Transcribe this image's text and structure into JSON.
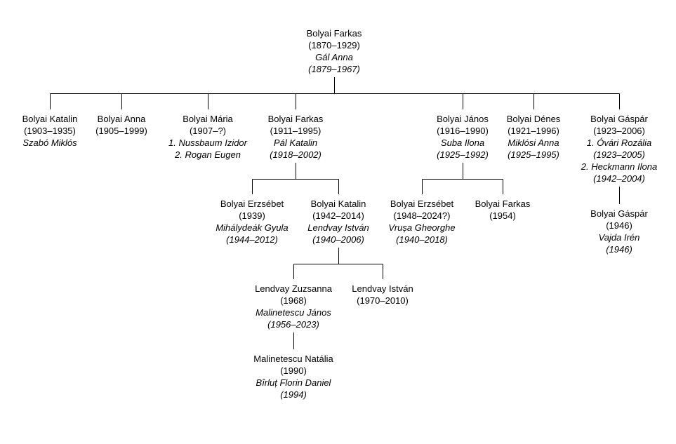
{
  "people": {
    "farkas_1870": {
      "lines": [
        {
          "text": "Bolyai Farkas"
        },
        {
          "text": "(1870–1929)"
        },
        {
          "text": "Gál Anna",
          "spouse": true
        },
        {
          "text": "(1879–1967)",
          "spouse": true
        }
      ]
    },
    "katalin_1903": {
      "lines": [
        {
          "text": "Bolyai Katalin"
        },
        {
          "text": "(1903–1935)"
        },
        {
          "text": "Szabó Miklós",
          "spouse": true
        }
      ]
    },
    "anna_1905": {
      "lines": [
        {
          "text": "Bolyai Anna"
        },
        {
          "text": "(1905–1999)"
        }
      ]
    },
    "maria_1907": {
      "lines": [
        {
          "text": "Bolyai Mária"
        },
        {
          "text": "(1907–?)"
        },
        {
          "text": "1. Nussbaum Izidor",
          "spouse": true
        },
        {
          "text": "2. Rogan Eugen",
          "spouse": true
        }
      ]
    },
    "farkas_1911": {
      "lines": [
        {
          "text": "Bolyai Farkas"
        },
        {
          "text": "(1911–1995)"
        },
        {
          "text": "Pál Katalin",
          "spouse": true
        },
        {
          "text": "(1918–2002)",
          "spouse": true
        }
      ]
    },
    "janos_1916": {
      "lines": [
        {
          "text": "Bolyai János"
        },
        {
          "text": "(1916–1990)"
        },
        {
          "text": "Suba Ilona",
          "spouse": true
        },
        {
          "text": "(1925–1992)",
          "spouse": true
        }
      ]
    },
    "denes_1921": {
      "lines": [
        {
          "text": "Bolyai Dénes"
        },
        {
          "text": "(1921–1996)"
        },
        {
          "text": "Miklósi Anna",
          "spouse": true
        },
        {
          "text": "(1925–1995)",
          "spouse": true
        }
      ]
    },
    "gaspar_1923": {
      "lines": [
        {
          "text": "Bolyai Gáspár"
        },
        {
          "text": "(1923–2006)"
        },
        {
          "text": "1. Óvári Rozália",
          "spouse": true
        },
        {
          "text": "(1923–2005)",
          "spouse": true
        },
        {
          "text": "2. Heckmann Ilona",
          "spouse": true
        },
        {
          "text": "(1942–2004)",
          "spouse": true
        }
      ]
    },
    "erzsebet_1939": {
      "lines": [
        {
          "text": "Bolyai Erzsébet"
        },
        {
          "text": "(1939)"
        },
        {
          "text": "Mihálydeák Gyula",
          "spouse": true
        },
        {
          "text": "(1944–2012)",
          "spouse": true
        }
      ]
    },
    "katalin_1942": {
      "lines": [
        {
          "text": "Bolyai Katalin"
        },
        {
          "text": "(1942–2014)"
        },
        {
          "text": "Lendvay István",
          "spouse": true
        },
        {
          "text": "(1940–2006)",
          "spouse": true
        }
      ]
    },
    "erzsebet_1948": {
      "lines": [
        {
          "text": "Bolyai Erzsébet"
        },
        {
          "text": "(1948–2024?)"
        },
        {
          "text": "Vrușa Gheorghe",
          "spouse": true
        },
        {
          "text": "(1940–2018)",
          "spouse": true
        }
      ]
    },
    "farkas_1954": {
      "lines": [
        {
          "text": "Bolyai Farkas"
        },
        {
          "text": "(1954)"
        }
      ]
    },
    "gaspar_1946": {
      "lines": [
        {
          "text": "Bolyai Gáspár"
        },
        {
          "text": "(1946)"
        },
        {
          "text": "Vajda Irén",
          "spouse": true
        },
        {
          "text": "(1946)",
          "spouse": true
        }
      ]
    },
    "zsuzsanna_1968": {
      "lines": [
        {
          "text": "Lendvay Zuzsanna"
        },
        {
          "text": "(1968)"
        },
        {
          "text": "Malinetescu János",
          "spouse": true
        },
        {
          "text": "(1956–2023)",
          "spouse": true
        }
      ]
    },
    "istvan_1970": {
      "lines": [
        {
          "text": "Lendvay István"
        },
        {
          "text": "(1970–2010)"
        }
      ]
    },
    "natalia_1990": {
      "lines": [
        {
          "text": "Malinetescu Natália"
        },
        {
          "text": "(1990)"
        },
        {
          "text": "Bîrluț Florin Daniel",
          "spouse": true
        },
        {
          "text": "(1994)",
          "spouse": true
        }
      ]
    }
  },
  "connections": [
    {
      "parent": "farkas_1870",
      "children": [
        "katalin_1903",
        "anna_1905",
        "maria_1907",
        "farkas_1911",
        "janos_1916",
        "denes_1921",
        "gaspar_1923"
      ]
    },
    {
      "parent": "farkas_1911",
      "children": [
        "erzsebet_1939",
        "katalin_1942"
      ]
    },
    {
      "parent": "janos_1916",
      "children": [
        "erzsebet_1948",
        "farkas_1954"
      ]
    },
    {
      "parent": "gaspar_1923",
      "children": [
        "gaspar_1946"
      ]
    },
    {
      "parent": "katalin_1942",
      "children": [
        "zsuzsanna_1968",
        "istvan_1970"
      ]
    },
    {
      "parent": "zsuzsanna_1968",
      "children": [
        "natalia_1990"
      ]
    }
  ],
  "colors": {
    "line": "#000000",
    "text": "#000000"
  }
}
